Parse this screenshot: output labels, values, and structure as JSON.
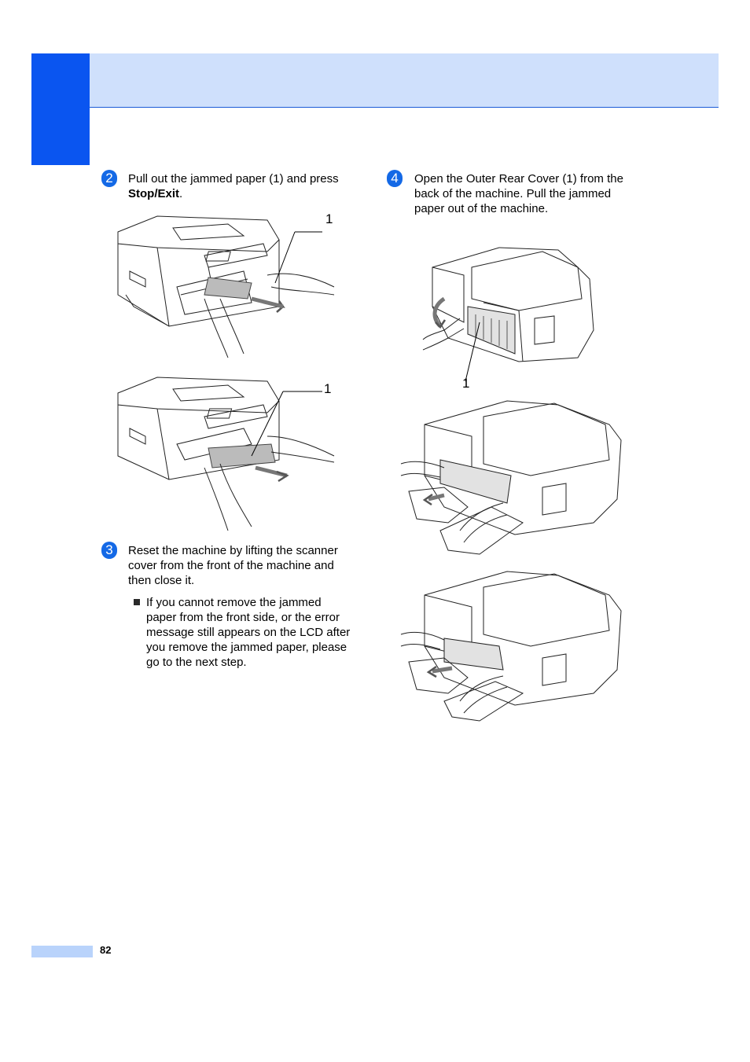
{
  "step2": {
    "number": "2",
    "text": "Pull out the jammed paper (1) and press ",
    "bold": "Stop/Exit",
    "end": "."
  },
  "step3": {
    "number": "3",
    "text": "Reset the machine by lifting the scanner cover from the front of the machine and then close it.",
    "bullet": "If you cannot remove the jammed paper from the front side, or the error message still appears on the LCD after you remove the jammed paper, please go to the next step."
  },
  "step4": {
    "number": "4",
    "text": "Open the Outer Rear Cover (1) from the back of the machine. Pull the jammed paper out of the machine."
  },
  "callouts": {
    "label": "1"
  },
  "footer": {
    "page_number": "82"
  },
  "colors": {
    "accent": "#0a55f0",
    "band": "#cfe0fc"
  }
}
